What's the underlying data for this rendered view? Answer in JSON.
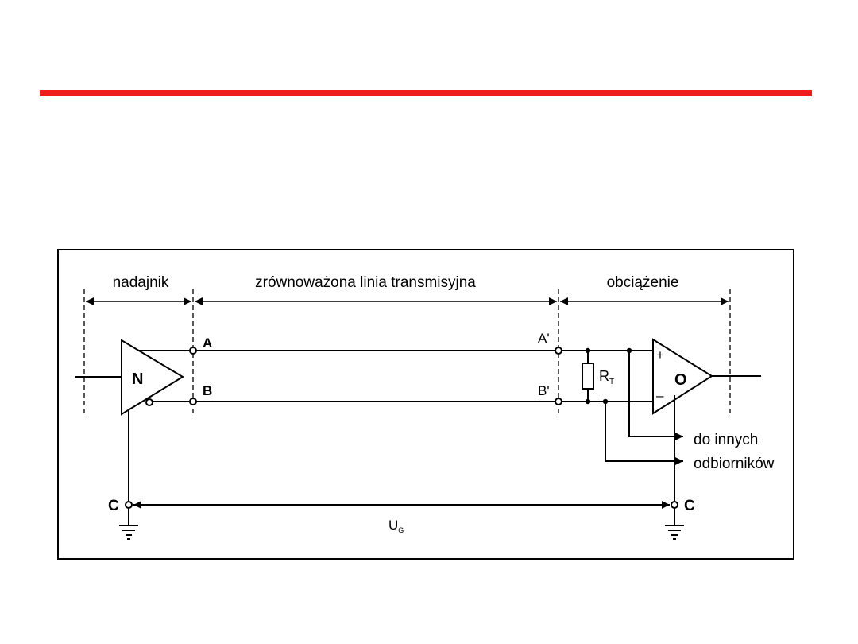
{
  "colors": {
    "accent_rule": "#ee1c1c",
    "ink": "#000000"
  },
  "sections": {
    "transmitter": "nadajnik",
    "line": "zrównoważona linia transmisyjna",
    "load": "obciążenie"
  },
  "components": {
    "driver": "N",
    "receiver": "O",
    "resistor": "R",
    "resistor_sub": "T",
    "plus_sign": "+",
    "minus_sign": "–"
  },
  "nodes": {
    "a": "A",
    "b": "B",
    "a_prime": "A'",
    "b_prime": "B'",
    "c_left": "C",
    "c_right": "C"
  },
  "outputs": {
    "line1": "do innych",
    "line2": "odbiorników"
  },
  "voltage": {
    "symbol": "U",
    "sub": "G"
  }
}
